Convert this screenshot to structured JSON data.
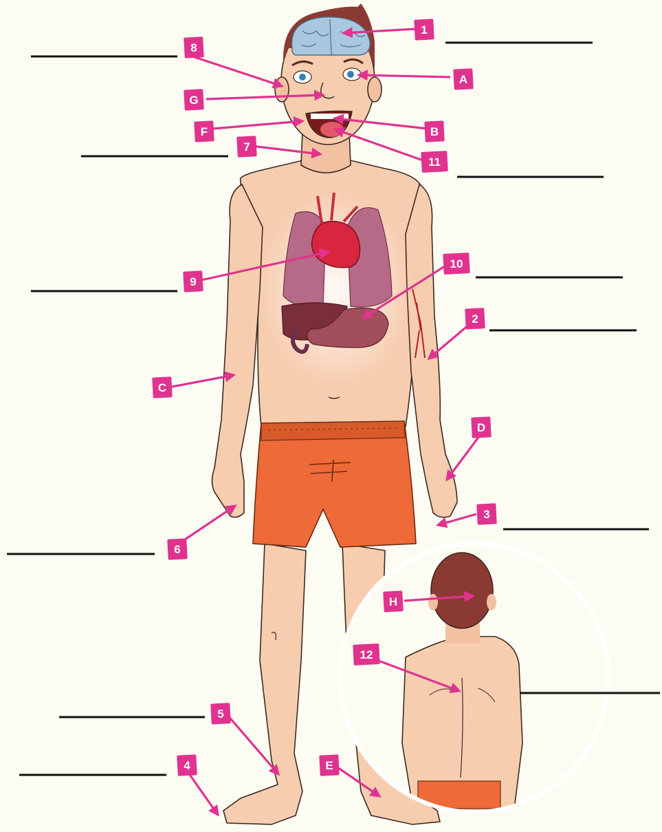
{
  "diagram": {
    "accent_color": "#e0338f",
    "skin_color": "#f7cdb0",
    "shorts_color": "#ee6a38",
    "hair_color": "#8a3a32",
    "labels": {
      "l1": "1",
      "l2": "2",
      "l3": "3",
      "l4": "4",
      "l5": "5",
      "l6": "6",
      "l7": "7",
      "l8": "8",
      "l9": "9",
      "l10": "10",
      "l11": "11",
      "l12": "12",
      "lA": "A",
      "lB": "B",
      "lC": "C",
      "lD": "D",
      "lE": "E",
      "lF": "F",
      "lG": "G",
      "lH": "H"
    }
  }
}
